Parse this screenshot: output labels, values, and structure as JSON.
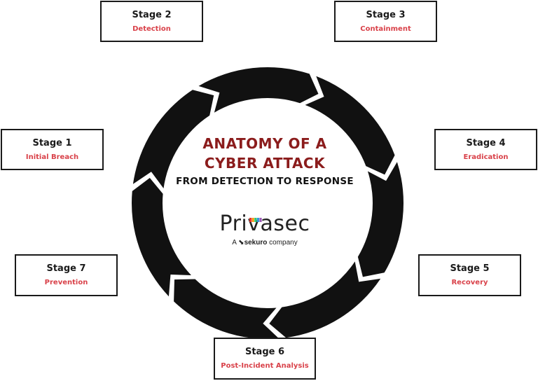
{
  "title": {
    "line1": "ANATOMY OF A",
    "line2": "CYBER ATTACK"
  },
  "subtitle": "FROM DETECTION TO RESPONSE",
  "logo": {
    "name": "Privasec",
    "tagline_prefix": "A",
    "tagline_brand": "sekuro",
    "tagline_suffix": "company",
    "accent_colors": [
      "#e6332a",
      "#f39c12",
      "#2ecc71",
      "#3498db",
      "#9b59b6"
    ]
  },
  "colors": {
    "cycle": "#111111",
    "stage_label": "#d9424a",
    "title": "#8b1c1c"
  },
  "stages": [
    {
      "title": "Stage 1",
      "label": "Initial Breach"
    },
    {
      "title": "Stage 2",
      "label": "Detection"
    },
    {
      "title": "Stage 3",
      "label": "Containment"
    },
    {
      "title": "Stage 4",
      "label": "Eradication"
    },
    {
      "title": "Stage 5",
      "label": "Recovery"
    },
    {
      "title": "Stage 6",
      "label": "Post-Incident Analysis"
    },
    {
      "title": "Stage 7",
      "label": "Prevention"
    }
  ]
}
